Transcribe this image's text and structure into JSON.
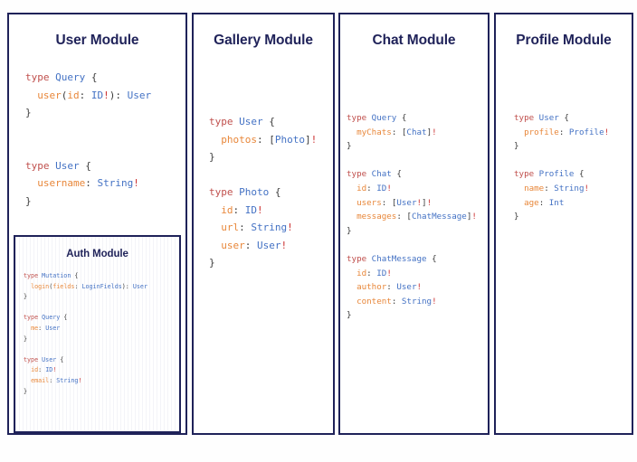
{
  "page": {
    "background_color": "#fefefe",
    "border_color": "#1f2259",
    "title_color": "#1f2259"
  },
  "syntax_colors": {
    "keyword": "#c0504d",
    "type_name": "#4472c4",
    "field_name": "#e8873a",
    "non_null": "#cc3333",
    "punctuation": "#3c3c3c"
  },
  "modules": [
    {
      "id": "user",
      "title": "User Module",
      "code_lines": [
        [
          {
            "text": "type ",
            "token": "keyword"
          },
          {
            "text": "Query",
            "token": "type_name"
          },
          {
            "text": " {",
            "token": "punctuation"
          }
        ],
        [
          {
            "text": "  ",
            "token": "punctuation"
          },
          {
            "text": "user",
            "token": "field_name"
          },
          {
            "text": "(",
            "token": "punctuation"
          },
          {
            "text": "id",
            "token": "field_name"
          },
          {
            "text": ": ",
            "token": "punctuation"
          },
          {
            "text": "ID",
            "token": "type_name"
          },
          {
            "text": "!",
            "token": "non_null"
          },
          {
            "text": "): ",
            "token": "punctuation"
          },
          {
            "text": "User",
            "token": "type_name"
          }
        ],
        [
          {
            "text": "}",
            "token": "punctuation"
          }
        ],
        [],
        [],
        [
          {
            "text": "type ",
            "token": "keyword"
          },
          {
            "text": "User",
            "token": "type_name"
          },
          {
            "text": " {",
            "token": "punctuation"
          }
        ],
        [
          {
            "text": "  ",
            "token": "punctuation"
          },
          {
            "text": "username",
            "token": "field_name"
          },
          {
            "text": ": ",
            "token": "punctuation"
          },
          {
            "text": "String",
            "token": "type_name"
          },
          {
            "text": "!",
            "token": "non_null"
          }
        ],
        [
          {
            "text": "}",
            "token": "punctuation"
          }
        ]
      ]
    },
    {
      "id": "auth",
      "title": "Auth Module",
      "nested_in": "user",
      "code_lines": [
        [
          {
            "text": "type ",
            "token": "keyword"
          },
          {
            "text": "Mutation",
            "token": "type_name"
          },
          {
            "text": " {",
            "token": "punctuation"
          }
        ],
        [
          {
            "text": "  ",
            "token": "punctuation"
          },
          {
            "text": "login",
            "token": "field_name"
          },
          {
            "text": "(",
            "token": "punctuation"
          },
          {
            "text": "fields",
            "token": "field_name"
          },
          {
            "text": ": ",
            "token": "punctuation"
          },
          {
            "text": "LoginFields",
            "token": "type_name"
          },
          {
            "text": "): ",
            "token": "punctuation"
          },
          {
            "text": "User",
            "token": "type_name"
          }
        ],
        [
          {
            "text": "}",
            "token": "punctuation"
          }
        ],
        [],
        [
          {
            "text": "type ",
            "token": "keyword"
          },
          {
            "text": "Query",
            "token": "type_name"
          },
          {
            "text": " {",
            "token": "punctuation"
          }
        ],
        [
          {
            "text": "  ",
            "token": "punctuation"
          },
          {
            "text": "me",
            "token": "field_name"
          },
          {
            "text": ": ",
            "token": "punctuation"
          },
          {
            "text": "User",
            "token": "type_name"
          }
        ],
        [
          {
            "text": "}",
            "token": "punctuation"
          }
        ],
        [],
        [
          {
            "text": "type ",
            "token": "keyword"
          },
          {
            "text": "User",
            "token": "type_name"
          },
          {
            "text": " {",
            "token": "punctuation"
          }
        ],
        [
          {
            "text": "  ",
            "token": "punctuation"
          },
          {
            "text": "id",
            "token": "field_name"
          },
          {
            "text": ": ",
            "token": "punctuation"
          },
          {
            "text": "ID",
            "token": "type_name"
          },
          {
            "text": "!",
            "token": "non_null"
          }
        ],
        [
          {
            "text": "  ",
            "token": "punctuation"
          },
          {
            "text": "email",
            "token": "field_name"
          },
          {
            "text": ": ",
            "token": "punctuation"
          },
          {
            "text": "String",
            "token": "type_name"
          },
          {
            "text": "!",
            "token": "non_null"
          }
        ],
        [
          {
            "text": "}",
            "token": "punctuation"
          }
        ]
      ]
    },
    {
      "id": "gallery",
      "title": "Gallery Module",
      "code_lines": [
        [
          {
            "text": "type ",
            "token": "keyword"
          },
          {
            "text": "User",
            "token": "type_name"
          },
          {
            "text": " {",
            "token": "punctuation"
          }
        ],
        [
          {
            "text": "  ",
            "token": "punctuation"
          },
          {
            "text": "photos",
            "token": "field_name"
          },
          {
            "text": ": [",
            "token": "punctuation"
          },
          {
            "text": "Photo",
            "token": "type_name"
          },
          {
            "text": "]",
            "token": "punctuation"
          },
          {
            "text": "!",
            "token": "non_null"
          }
        ],
        [
          {
            "text": "}",
            "token": "punctuation"
          }
        ],
        [],
        [
          {
            "text": "type ",
            "token": "keyword"
          },
          {
            "text": "Photo",
            "token": "type_name"
          },
          {
            "text": " {",
            "token": "punctuation"
          }
        ],
        [
          {
            "text": "  ",
            "token": "punctuation"
          },
          {
            "text": "id",
            "token": "field_name"
          },
          {
            "text": ": ",
            "token": "punctuation"
          },
          {
            "text": "ID",
            "token": "type_name"
          },
          {
            "text": "!",
            "token": "non_null"
          }
        ],
        [
          {
            "text": "  ",
            "token": "punctuation"
          },
          {
            "text": "url",
            "token": "field_name"
          },
          {
            "text": ": ",
            "token": "punctuation"
          },
          {
            "text": "String",
            "token": "type_name"
          },
          {
            "text": "!",
            "token": "non_null"
          }
        ],
        [
          {
            "text": "  ",
            "token": "punctuation"
          },
          {
            "text": "user",
            "token": "field_name"
          },
          {
            "text": ": ",
            "token": "punctuation"
          },
          {
            "text": "User",
            "token": "type_name"
          },
          {
            "text": "!",
            "token": "non_null"
          }
        ],
        [
          {
            "text": "}",
            "token": "punctuation"
          }
        ]
      ]
    },
    {
      "id": "chat",
      "title": "Chat Module",
      "code_lines": [
        [
          {
            "text": "type ",
            "token": "keyword"
          },
          {
            "text": "Query",
            "token": "type_name"
          },
          {
            "text": " {",
            "token": "punctuation"
          }
        ],
        [
          {
            "text": "  ",
            "token": "punctuation"
          },
          {
            "text": "myChats",
            "token": "field_name"
          },
          {
            "text": ": [",
            "token": "punctuation"
          },
          {
            "text": "Chat",
            "token": "type_name"
          },
          {
            "text": "]",
            "token": "punctuation"
          },
          {
            "text": "!",
            "token": "non_null"
          }
        ],
        [
          {
            "text": "}",
            "token": "punctuation"
          }
        ],
        [],
        [
          {
            "text": "type ",
            "token": "keyword"
          },
          {
            "text": "Chat",
            "token": "type_name"
          },
          {
            "text": " {",
            "token": "punctuation"
          }
        ],
        [
          {
            "text": "  ",
            "token": "punctuation"
          },
          {
            "text": "id",
            "token": "field_name"
          },
          {
            "text": ": ",
            "token": "punctuation"
          },
          {
            "text": "ID",
            "token": "type_name"
          },
          {
            "text": "!",
            "token": "non_null"
          }
        ],
        [
          {
            "text": "  ",
            "token": "punctuation"
          },
          {
            "text": "users",
            "token": "field_name"
          },
          {
            "text": ": [",
            "token": "punctuation"
          },
          {
            "text": "User",
            "token": "type_name"
          },
          {
            "text": "!",
            "token": "non_null"
          },
          {
            "text": "]",
            "token": "punctuation"
          },
          {
            "text": "!",
            "token": "non_null"
          }
        ],
        [
          {
            "text": "  ",
            "token": "punctuation"
          },
          {
            "text": "messages",
            "token": "field_name"
          },
          {
            "text": ": [",
            "token": "punctuation"
          },
          {
            "text": "ChatMessage",
            "token": "type_name"
          },
          {
            "text": "]",
            "token": "punctuation"
          },
          {
            "text": "!",
            "token": "non_null"
          }
        ],
        [
          {
            "text": "}",
            "token": "punctuation"
          }
        ],
        [],
        [
          {
            "text": "type ",
            "token": "keyword"
          },
          {
            "text": "ChatMessage",
            "token": "type_name"
          },
          {
            "text": " {",
            "token": "punctuation"
          }
        ],
        [
          {
            "text": "  ",
            "token": "punctuation"
          },
          {
            "text": "id",
            "token": "field_name"
          },
          {
            "text": ": ",
            "token": "punctuation"
          },
          {
            "text": "ID",
            "token": "type_name"
          },
          {
            "text": "!",
            "token": "non_null"
          }
        ],
        [
          {
            "text": "  ",
            "token": "punctuation"
          },
          {
            "text": "author",
            "token": "field_name"
          },
          {
            "text": ": ",
            "token": "punctuation"
          },
          {
            "text": "User",
            "token": "type_name"
          },
          {
            "text": "!",
            "token": "non_null"
          }
        ],
        [
          {
            "text": "  ",
            "token": "punctuation"
          },
          {
            "text": "content",
            "token": "field_name"
          },
          {
            "text": ": ",
            "token": "punctuation"
          },
          {
            "text": "String",
            "token": "type_name"
          },
          {
            "text": "!",
            "token": "non_null"
          }
        ],
        [
          {
            "text": "}",
            "token": "punctuation"
          }
        ]
      ]
    },
    {
      "id": "profile",
      "title": "Profile Module",
      "code_lines": [
        [
          {
            "text": "type ",
            "token": "keyword"
          },
          {
            "text": "User",
            "token": "type_name"
          },
          {
            "text": " {",
            "token": "punctuation"
          }
        ],
        [
          {
            "text": "  ",
            "token": "punctuation"
          },
          {
            "text": "profile",
            "token": "field_name"
          },
          {
            "text": ": ",
            "token": "punctuation"
          },
          {
            "text": "Profile",
            "token": "type_name"
          },
          {
            "text": "!",
            "token": "non_null"
          }
        ],
        [
          {
            "text": "}",
            "token": "punctuation"
          }
        ],
        [],
        [
          {
            "text": "type ",
            "token": "keyword"
          },
          {
            "text": "Profile",
            "token": "type_name"
          },
          {
            "text": " {",
            "token": "punctuation"
          }
        ],
        [
          {
            "text": "  ",
            "token": "punctuation"
          },
          {
            "text": "name",
            "token": "field_name"
          },
          {
            "text": ": ",
            "token": "punctuation"
          },
          {
            "text": "String",
            "token": "type_name"
          },
          {
            "text": "!",
            "token": "non_null"
          }
        ],
        [
          {
            "text": "  ",
            "token": "punctuation"
          },
          {
            "text": "age",
            "token": "field_name"
          },
          {
            "text": ": ",
            "token": "punctuation"
          },
          {
            "text": "Int",
            "token": "type_name"
          }
        ],
        [
          {
            "text": "}",
            "token": "punctuation"
          }
        ]
      ]
    }
  ]
}
